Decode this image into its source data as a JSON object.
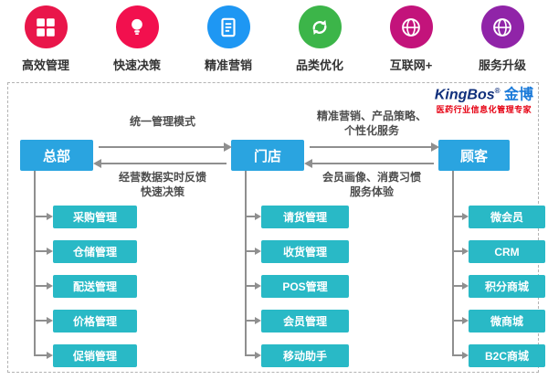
{
  "benefits": [
    {
      "label": "高效管理",
      "color": "#e9164a",
      "icon": "grid-icon"
    },
    {
      "label": "快速决策",
      "color": "#f2104e",
      "icon": "bulb-icon"
    },
    {
      "label": "精准营销",
      "color": "#1e97f3",
      "icon": "document-icon"
    },
    {
      "label": "品类优化",
      "color": "#3cb549",
      "icon": "sync-icon"
    },
    {
      "label": "互联网+",
      "color": "#c3137b",
      "icon": "globe-icon"
    },
    {
      "label": "服务升级",
      "color": "#9024a8",
      "icon": "globe-icon"
    }
  ],
  "logo": {
    "brand": "KingBos",
    "reg": "®",
    "brand_cn": "金博",
    "subtitle": "医药行业信息化管理专家"
  },
  "flow": {
    "node_color": "#2aa4e0",
    "item_color": "#29b9c6",
    "nodes": [
      {
        "title": "总部"
      },
      {
        "title": "门店"
      },
      {
        "title": "顾客"
      }
    ],
    "link1": {
      "top": "统一管理模式",
      "bottom_line1": "经营数据实时反馈",
      "bottom_line2": "快速决策"
    },
    "link2": {
      "top_line1": "精准营销、产品策略、",
      "top_line2": "个性化服务",
      "bottom_line1": "会员画像、消费习惯",
      "bottom_line2": "服务体验"
    },
    "columns": [
      {
        "items": [
          "采购管理",
          "仓储管理",
          "配送管理",
          "价格管理",
          "促销管理"
        ]
      },
      {
        "items": [
          "请货管理",
          "收货管理",
          "POS管理",
          "会员管理",
          "移动助手"
        ]
      },
      {
        "items": [
          "微会员",
          "CRM",
          "积分商城",
          "微商城",
          "B2C商城"
        ]
      }
    ]
  }
}
